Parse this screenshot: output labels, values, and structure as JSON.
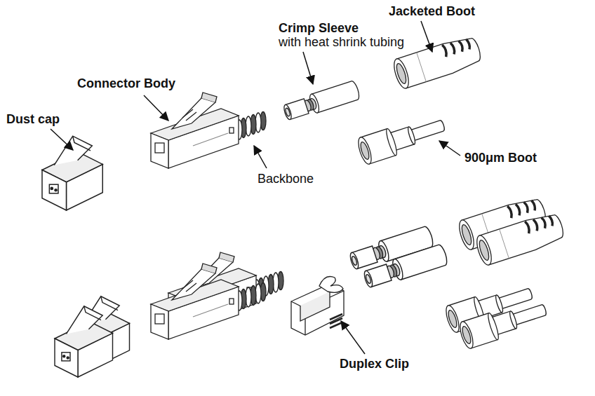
{
  "diagram": {
    "labels": [
      "Jacketed Boot",
      "Crimp Sleeve",
      "with heat shrink tubing",
      "Connector Body",
      "Dust cap",
      "900μm Boot",
      "Backbone",
      "Duplex Clip"
    ]
  }
}
